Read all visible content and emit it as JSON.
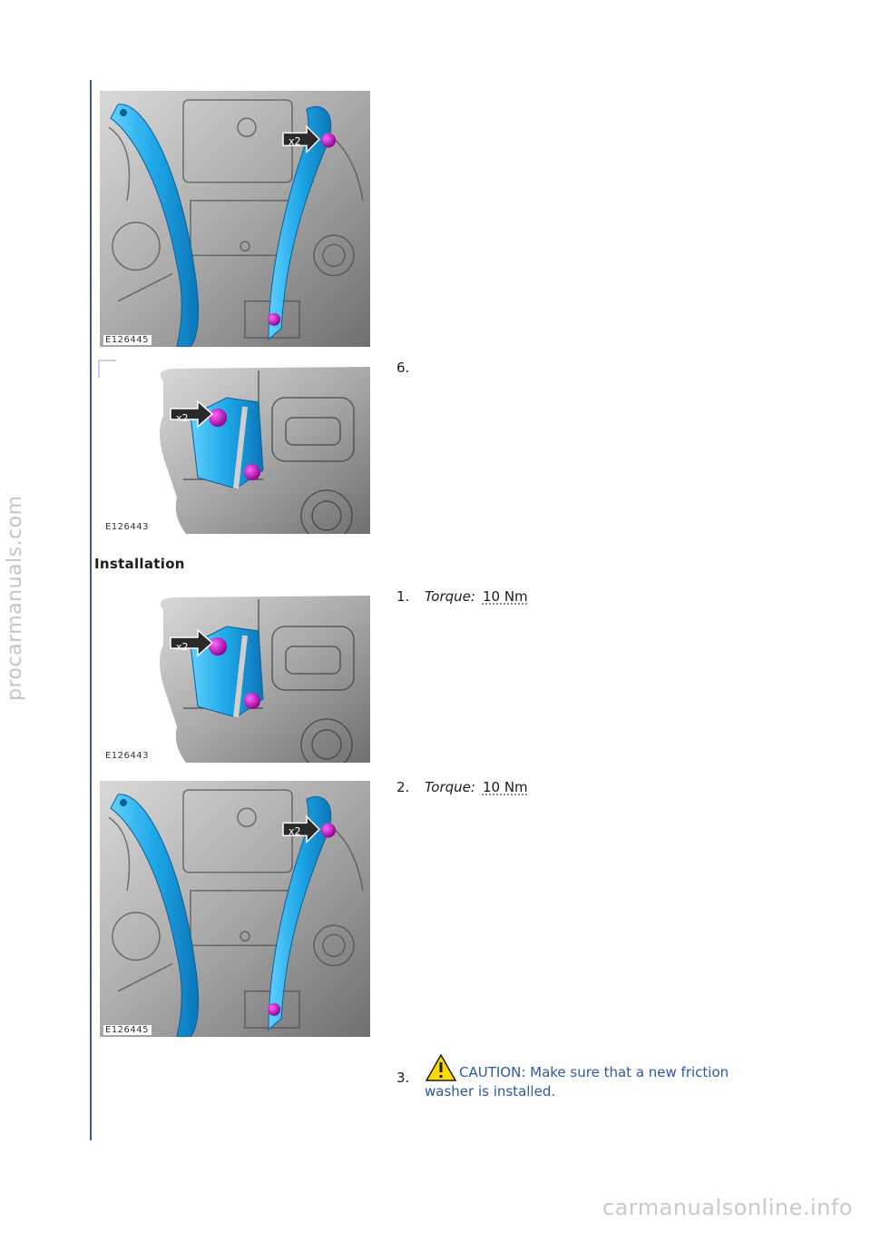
{
  "figures": [
    {
      "code": "E126445"
    },
    {
      "code": "E126443"
    },
    {
      "code": "E126443"
    },
    {
      "code": "E126445"
    }
  ],
  "callout_label": "x2",
  "removal": {
    "step6": "6."
  },
  "installation": {
    "heading": "Installation",
    "step1": {
      "num": "1.",
      "label": "Torque:",
      "value": "10 Nm"
    },
    "step2": {
      "num": "2.",
      "label": "Torque:",
      "value": "10 Nm"
    },
    "step3": {
      "num": "3.",
      "caution": "CAUTION: Make sure that a new friction washer is installed."
    }
  },
  "watermark_left": "procarmanuals.com",
  "watermark_bottom": "carmanualsonline.info",
  "colors": {
    "part_blue": "#1ea7e8",
    "bolt_magenta": "#c000c0",
    "caution_text": "#2a5a9c",
    "rule": "#3b55a8"
  },
  "icons": [
    "zoom-icon",
    "caution-icon"
  ]
}
